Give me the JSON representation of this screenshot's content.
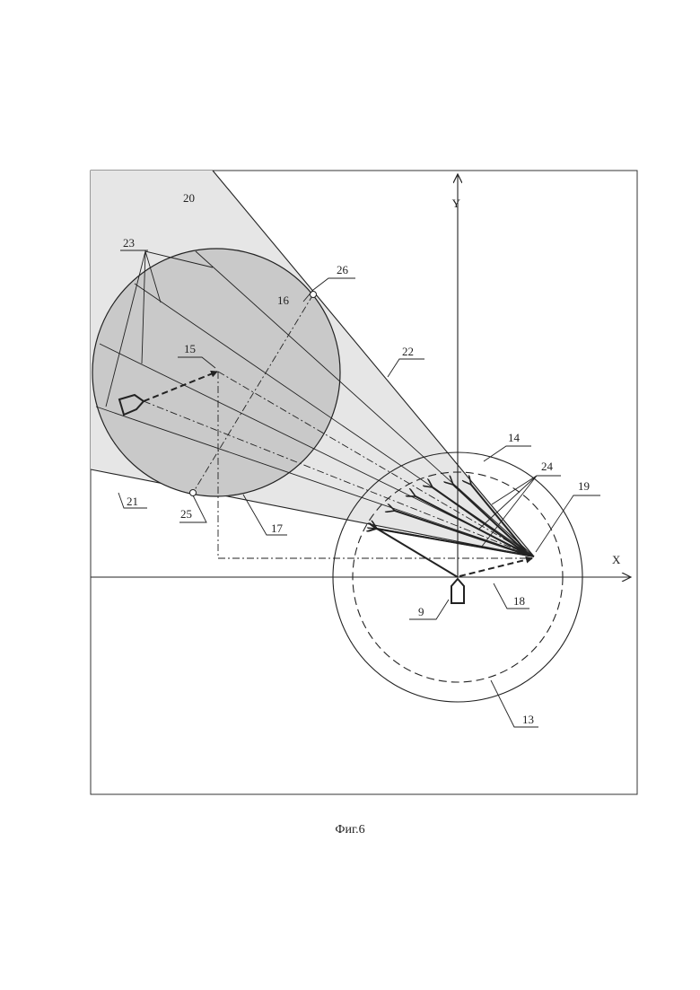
{
  "figure": {
    "caption": "Фиг.6",
    "axes": {
      "x_label": "X",
      "y_label": "Y"
    },
    "labels": {
      "l9": "9",
      "l13": "13",
      "l14": "14",
      "l15": "15",
      "l16": "16",
      "l17": "17",
      "l18": "18",
      "l19": "19",
      "l20": "20",
      "l21": "21",
      "l22": "22",
      "l23": "23",
      "l24": "24",
      "l25": "25",
      "l26": "26"
    },
    "colors": {
      "cone": "#e6e6e6",
      "circle": "#c9c9c9",
      "ink": "#222222"
    }
  }
}
